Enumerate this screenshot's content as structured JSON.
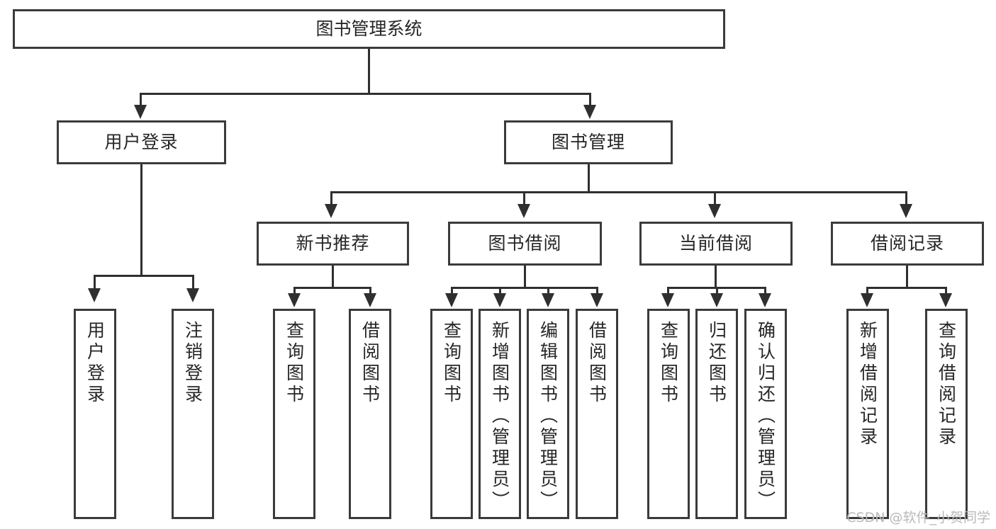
{
  "diagram": {
    "title": "图书管理系统",
    "watermark": "CSDN @软件_小贺同学",
    "level2": {
      "user_login": "用户登录",
      "book_manage": "图书管理"
    },
    "level3": {
      "new_book_rec": "新书推荐",
      "book_borrow": "图书借阅",
      "current_borrow": "当前借阅",
      "borrow_record": "借阅记录"
    },
    "leaves": {
      "user_login_1": "用户登录",
      "user_login_2": "注销登录",
      "new_book_1": "查询图书",
      "new_book_2": "借阅图书",
      "borrow_1": "查询图书",
      "borrow_2": "新增图书（管理员）",
      "borrow_3": "编辑图书（管理员）",
      "borrow_4": "借阅图书",
      "current_1": "查询图书",
      "current_2": "归还图书",
      "current_3": "确认归还（管理员）",
      "record_1": "新增借阅记录",
      "record_2": "查询借阅记录"
    }
  },
  "chart_data": {
    "type": "diagram",
    "subtype": "tree-hierarchy",
    "title": "图书管理系统",
    "orientation": "top-down",
    "nodes": [
      {
        "id": "root",
        "label": "图书管理系统",
        "level": 0,
        "text_direction": "horizontal"
      },
      {
        "id": "n1",
        "label": "用户登录",
        "level": 1,
        "parent": "root",
        "text_direction": "horizontal"
      },
      {
        "id": "n2",
        "label": "图书管理",
        "level": 1,
        "parent": "root",
        "text_direction": "horizontal"
      },
      {
        "id": "n3",
        "label": "新书推荐",
        "level": 2,
        "parent": "n2",
        "text_direction": "horizontal"
      },
      {
        "id": "n4",
        "label": "图书借阅",
        "level": 2,
        "parent": "n2",
        "text_direction": "horizontal"
      },
      {
        "id": "n5",
        "label": "当前借阅",
        "level": 2,
        "parent": "n2",
        "text_direction": "horizontal"
      },
      {
        "id": "n6",
        "label": "借阅记录",
        "level": 2,
        "parent": "n2",
        "text_direction": "horizontal"
      },
      {
        "id": "l1",
        "label": "用户登录",
        "level": 3,
        "parent": "n1",
        "text_direction": "vertical"
      },
      {
        "id": "l2",
        "label": "注销登录",
        "level": 3,
        "parent": "n1",
        "text_direction": "vertical"
      },
      {
        "id": "l3",
        "label": "查询图书",
        "level": 3,
        "parent": "n3",
        "text_direction": "vertical"
      },
      {
        "id": "l4",
        "label": "借阅图书",
        "level": 3,
        "parent": "n3",
        "text_direction": "vertical"
      },
      {
        "id": "l5",
        "label": "查询图书",
        "level": 3,
        "parent": "n4",
        "text_direction": "vertical"
      },
      {
        "id": "l6",
        "label": "新增图书（管理员）",
        "level": 3,
        "parent": "n4",
        "text_direction": "vertical"
      },
      {
        "id": "l7",
        "label": "编辑图书（管理员）",
        "level": 3,
        "parent": "n4",
        "text_direction": "vertical"
      },
      {
        "id": "l8",
        "label": "借阅图书",
        "level": 3,
        "parent": "n4",
        "text_direction": "vertical"
      },
      {
        "id": "l9",
        "label": "查询图书",
        "level": 3,
        "parent": "n5",
        "text_direction": "vertical"
      },
      {
        "id": "l10",
        "label": "归还图书",
        "level": 3,
        "parent": "n5",
        "text_direction": "vertical"
      },
      {
        "id": "l11",
        "label": "确认归还（管理员）",
        "level": 3,
        "parent": "n5",
        "text_direction": "vertical"
      },
      {
        "id": "l12",
        "label": "新增借阅记录",
        "level": 3,
        "parent": "n6",
        "text_direction": "vertical"
      },
      {
        "id": "l13",
        "label": "查询借阅记录",
        "level": 3,
        "parent": "n6",
        "text_direction": "vertical"
      }
    ],
    "edges": [
      {
        "from": "root",
        "to": "n1"
      },
      {
        "from": "root",
        "to": "n2"
      },
      {
        "from": "n2",
        "to": "n3"
      },
      {
        "from": "n2",
        "to": "n4"
      },
      {
        "from": "n2",
        "to": "n5"
      },
      {
        "from": "n2",
        "to": "n6"
      },
      {
        "from": "n1",
        "to": "l1"
      },
      {
        "from": "n1",
        "to": "l2"
      },
      {
        "from": "n3",
        "to": "l3"
      },
      {
        "from": "n3",
        "to": "l4"
      },
      {
        "from": "n4",
        "to": "l5"
      },
      {
        "from": "n4",
        "to": "l6"
      },
      {
        "from": "n4",
        "to": "l7"
      },
      {
        "from": "n4",
        "to": "l8"
      },
      {
        "from": "n5",
        "to": "l9"
      },
      {
        "from": "n5",
        "to": "l10"
      },
      {
        "from": "n5",
        "to": "l11"
      },
      {
        "from": "n6",
        "to": "l12"
      },
      {
        "from": "n6",
        "to": "l13"
      }
    ],
    "colors": {
      "box_border": "#3b3b3b",
      "box_fill": "#ffffff",
      "edge": "#2f2f2f",
      "text": "#262626",
      "watermark": "#b9b9b9"
    }
  }
}
